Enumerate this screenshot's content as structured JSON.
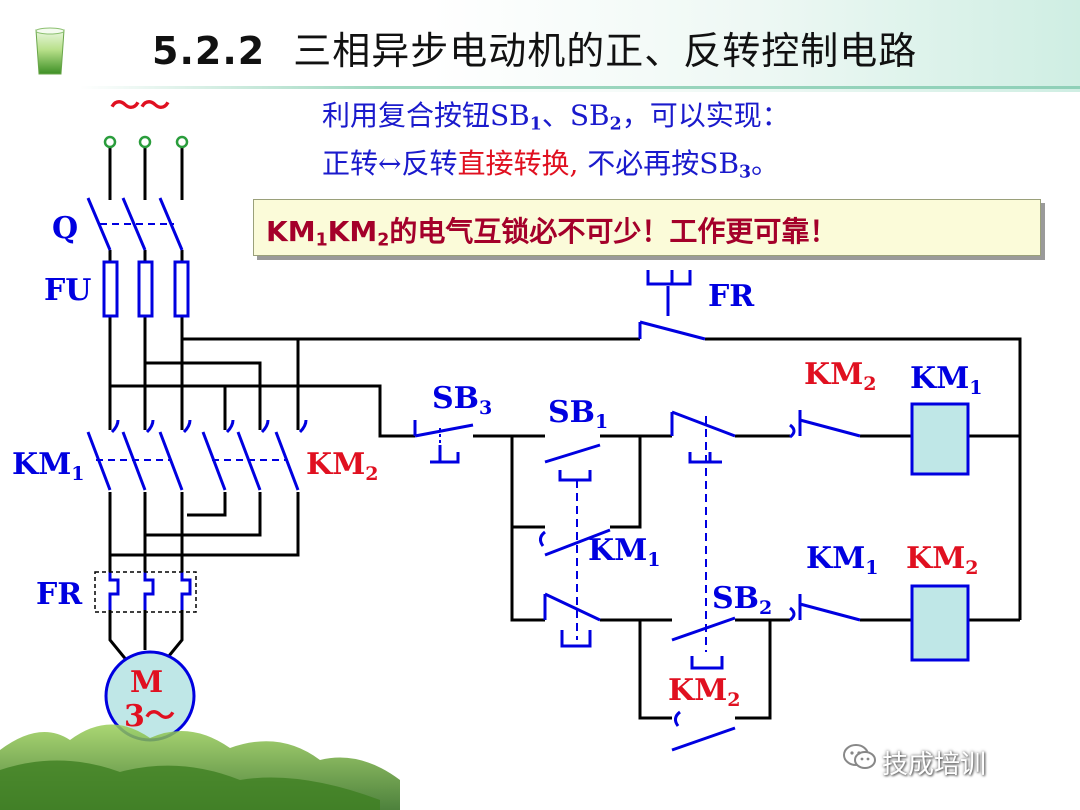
{
  "title": {
    "number": "5.2.2",
    "text": "三相异步电动机的正、反转控制电路"
  },
  "intro": {
    "line1": {
      "a": "利用复合按钮SB",
      "s1": "1",
      "b": "、SB",
      "s2": "2",
      "c": "，可以实现："
    },
    "line2": {
      "a": "正转↔反转",
      "red": "直接转换,",
      "b": " 不必再按SB",
      "s": "3",
      "c": "。"
    }
  },
  "note": {
    "p1": "KM",
    "s1": "1",
    "p2": "KM",
    "s2": "2",
    "p3": "的电气互锁必不可少！工作更可靠！"
  },
  "labels": {
    "supply": "～～",
    "Q": "Q",
    "FU": "FU",
    "KM1_main": {
      "t": "KM",
      "s": "1"
    },
    "KM2_main": {
      "t": "KM",
      "s": "2"
    },
    "FR_main": "FR",
    "motor_M": "M",
    "motor_phase": "3～",
    "FR_ctrl": "FR",
    "SB3": {
      "t": "SB",
      "s": "3"
    },
    "SB1": {
      "t": "SB",
      "s": "1"
    },
    "KM2_interlock": {
      "t": "KM",
      "s": "2"
    },
    "KM1_coil": {
      "t": "KM",
      "s": "1"
    },
    "KM1_hold": {
      "t": "KM",
      "s": "1"
    },
    "SB2": {
      "t": "SB",
      "s": "2"
    },
    "KM1_interlock": {
      "t": "KM",
      "s": "1"
    },
    "KM2_coil": {
      "t": "KM",
      "s": "2"
    },
    "KM2_hold": {
      "t": "KM",
      "s": "2"
    }
  },
  "watermark": "技成培训",
  "colors": {
    "wire": "#000000",
    "switch": "#0000e0",
    "label_blue": "#0000e0",
    "label_red": "#e01020",
    "coil_fill": "#bfe7e7",
    "note_text": "#a4002a",
    "terminal": "#2a9d3c"
  }
}
